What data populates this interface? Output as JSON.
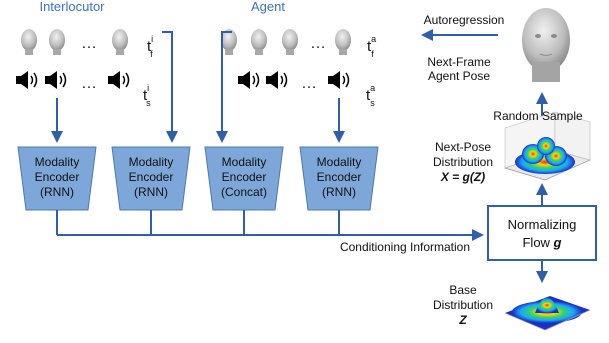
{
  "groups": {
    "interlocutor": "Interlocutor",
    "agent": "Agent"
  },
  "rows": {
    "ellipsis": "…",
    "interlocutor_face_label": {
      "base": "t",
      "sup": "i",
      "sub": "f"
    },
    "interlocutor_speech_label": {
      "base": "t",
      "sup": "i",
      "sub": "s"
    },
    "agent_face_label": {
      "base": "t",
      "sup": "a",
      "sub": "f"
    },
    "agent_speech_label": {
      "base": "t",
      "sup": "a",
      "sub": "s"
    }
  },
  "encoders": [
    {
      "line1": "Modality",
      "line2": "Encoder",
      "line3": "(RNN)"
    },
    {
      "line1": "Modality",
      "line2": "Encoder",
      "line3": "(RNN)"
    },
    {
      "line1": "Modality",
      "line2": "Encoder",
      "line3": "(Concat)"
    },
    {
      "line1": "Modality",
      "line2": "Encoder",
      "line3": "(RNN)"
    }
  ],
  "conditioning_label": "Conditioning Information",
  "flow": {
    "line1": "Normalizing",
    "line2_prefix": "Flow ",
    "line2_var": "g"
  },
  "next_pose": {
    "line1": "Next-Pose",
    "line2": "Distribution",
    "formula": "X = g(Z)"
  },
  "random_sample_label": "Random Sample",
  "next_frame": {
    "line1": "Next-Frame",
    "line2": "Agent Pose"
  },
  "autoregression_label": "Autoregression",
  "base_dist": {
    "line1": "Base",
    "line2": "Distribution",
    "var": "Z"
  },
  "colors": {
    "accent_blue": "#2f5fa8",
    "header_blue": "#3d72c4",
    "encoder_fill": "#7da7d9",
    "encoder_stroke": "#4f78ad",
    "text": "#111111"
  }
}
